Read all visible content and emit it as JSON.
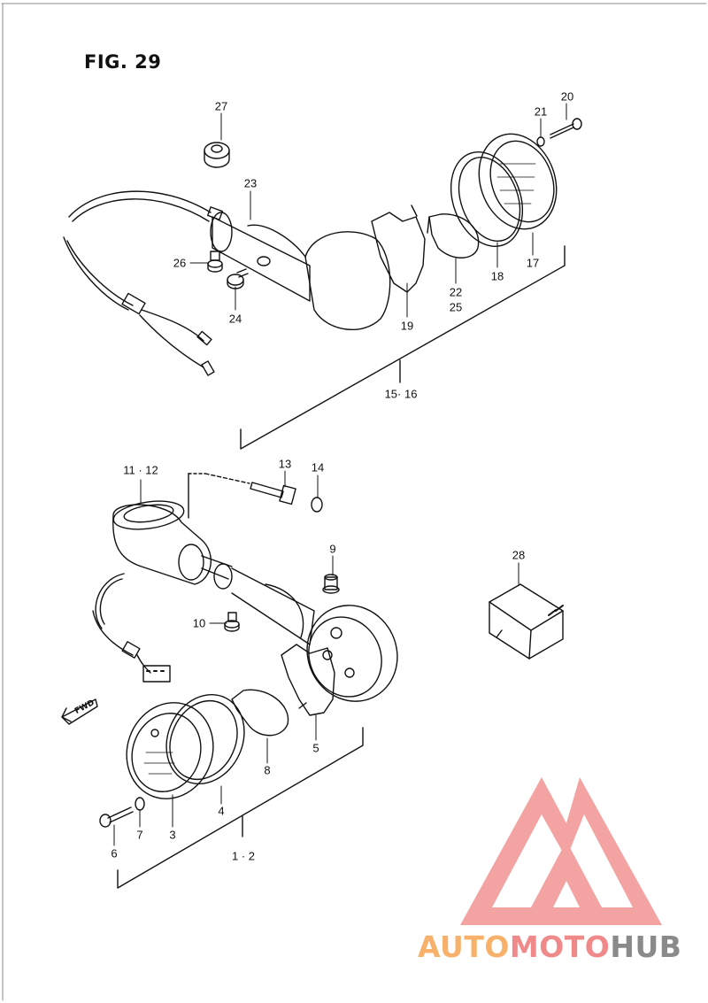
{
  "figure": {
    "title": "FIG. 29"
  },
  "callouts": [
    {
      "id": "27",
      "text": "27"
    },
    {
      "id": "23",
      "text": "23"
    },
    {
      "id": "21",
      "text": "21"
    },
    {
      "id": "20",
      "text": "20"
    },
    {
      "id": "26",
      "text": "26"
    },
    {
      "id": "24",
      "text": "24"
    },
    {
      "id": "22",
      "text": "22"
    },
    {
      "id": "25",
      "text": "25"
    },
    {
      "id": "18",
      "text": "18"
    },
    {
      "id": "17",
      "text": "17"
    },
    {
      "id": "19",
      "text": "19"
    },
    {
      "id": "15-16",
      "text": "15· 16"
    },
    {
      "id": "11-12",
      "text": "11 · 12"
    },
    {
      "id": "13",
      "text": "13"
    },
    {
      "id": "14",
      "text": "14"
    },
    {
      "id": "9",
      "text": "9"
    },
    {
      "id": "28",
      "text": "28"
    },
    {
      "id": "10",
      "text": "10"
    },
    {
      "id": "8",
      "text": "8"
    },
    {
      "id": "5",
      "text": "5"
    },
    {
      "id": "4",
      "text": "4"
    },
    {
      "id": "7",
      "text": "7"
    },
    {
      "id": "3",
      "text": "3"
    },
    {
      "id": "6",
      "text": "6"
    },
    {
      "id": "1-2",
      "text": "1 · 2"
    }
  ],
  "direction_arrow": {
    "label": "FWD"
  },
  "watermark": {
    "part1": "AUTO",
    "part2": "MOTO",
    "part3": "HUB",
    "colors": {
      "logo": "#f08080",
      "auto": "#f8b16a",
      "moto": "#f08a8a",
      "hub": "#8a8a8a"
    }
  }
}
